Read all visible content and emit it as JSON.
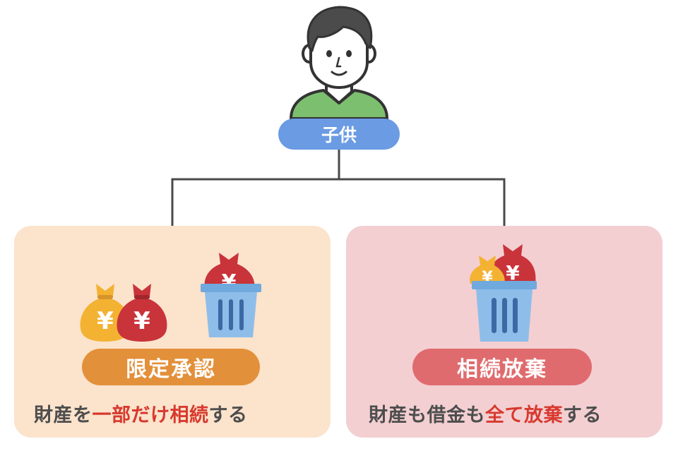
{
  "root": {
    "label": "子供"
  },
  "branches": [
    {
      "title": "限定承認",
      "caption": {
        "pre": "財産を",
        "highlight1": "一部だけ",
        "mid": "",
        "highlight2": "相続",
        "post": "する"
      },
      "color": "#e3903a",
      "panel_color": "#fbe3cc"
    },
    {
      "title": "相続放棄",
      "caption": {
        "pre": "財産も借金も",
        "highlight1": "全て",
        "mid": "",
        "highlight2": "放棄",
        "post": "する"
      },
      "color": "#e06b6e",
      "panel_color": "#f3cfd2"
    }
  ],
  "icons": {
    "coin_symbol": "¥",
    "person": "person-icon",
    "money_bag": "money-bag-icon",
    "trash_bin": "trash-bin-icon"
  },
  "colors": {
    "root_pill": "#6a9be3",
    "highlight": "#d8392e",
    "text": "#4d4d4d",
    "bag_gold": "#f4b233",
    "bag_red": "#c9333a",
    "bin_blue": "#8fbde9",
    "shirt_green": "#7cbf6e"
  }
}
